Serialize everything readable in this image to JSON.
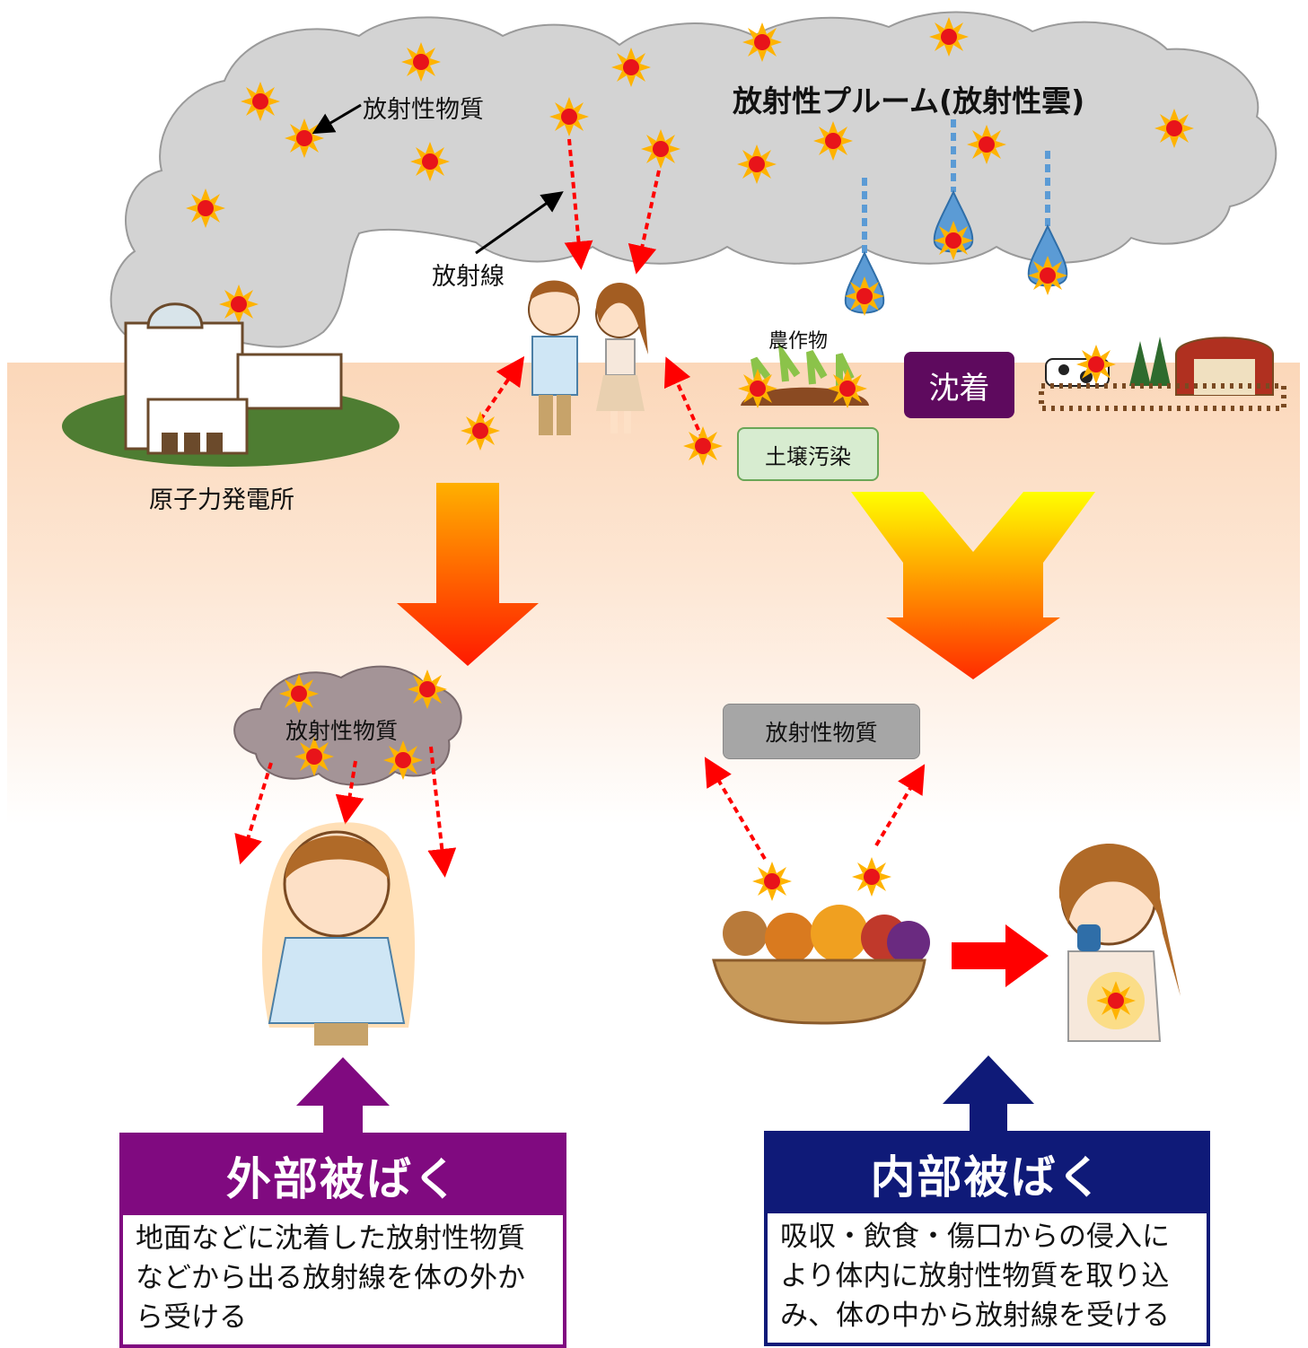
{
  "labels": {
    "plume": "放射性プルーム(放射性雲)",
    "material_top": "放射性物質",
    "radiation": "放射線",
    "crops": "農作物",
    "deposition": "沈着",
    "soil": "土壌汚染",
    "plant": "原子力発電所",
    "material_left": "放射性物質",
    "material_right": "放射性物質"
  },
  "external": {
    "title": "外部被ばく",
    "lines": [
      "地面などに沈着した放射性物質",
      "などから出る放射線を体の外か",
      "ら受ける"
    ]
  },
  "internal": {
    "title": "内部被ばく",
    "lines": [
      "吸収・飲食・傷口からの侵入に",
      "より体内に放射性物質を取り込",
      "み、体の中から放射線を受ける"
    ]
  },
  "colors": {
    "cloud": "#d3d3d3",
    "ground": "#fbd7b9",
    "external": "#800a80",
    "internal": "#0f1a78",
    "deposition": "#5e0a5e",
    "radiation": "#ff0000"
  }
}
